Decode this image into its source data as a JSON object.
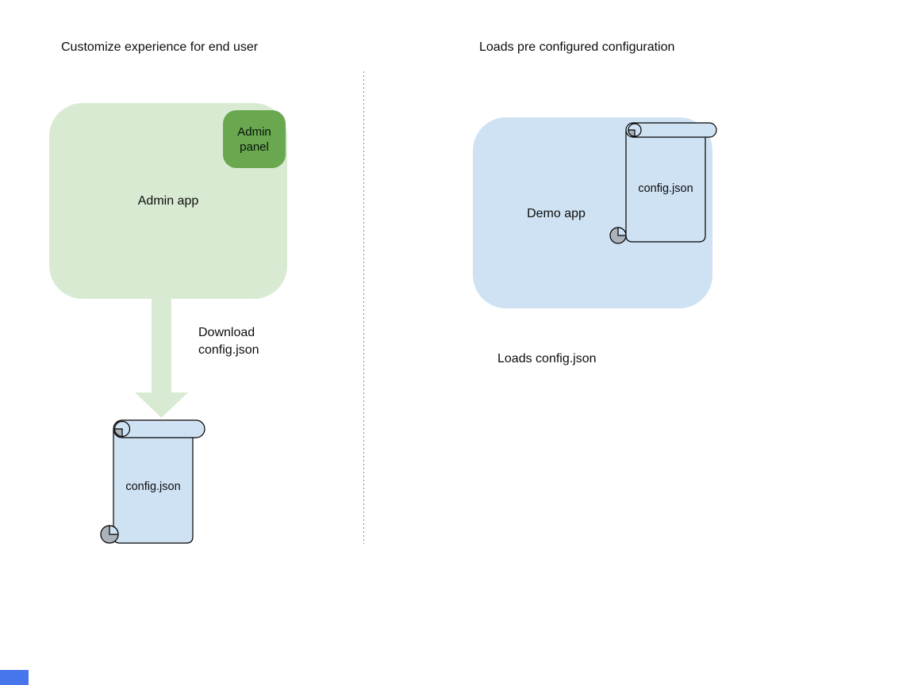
{
  "left_section": {
    "title": "Customize experience for end user",
    "admin_app": {
      "label": "Admin app",
      "panel_label": "Admin panel"
    },
    "arrow_caption": "Download config.json",
    "scroll_label": "config.json"
  },
  "right_section": {
    "title": "Loads pre configured configuration",
    "demo_app": {
      "label": "Demo app"
    },
    "scroll_label": "config.json",
    "caption": "Loads config.json"
  },
  "colors": {
    "app_light_green": "#d9ead3",
    "panel_dark_green": "#6aa84f",
    "app_light_blue": "#cfe2f3",
    "scroll_fill_blue": "#cfe2f3",
    "scroll_curl_gray": "#aab2ba",
    "arrow_green": "#d9ead3",
    "divider_gray": "#8b8b8b",
    "marker_blue": "#4775ec",
    "text_black": "#0d0d0d"
  }
}
